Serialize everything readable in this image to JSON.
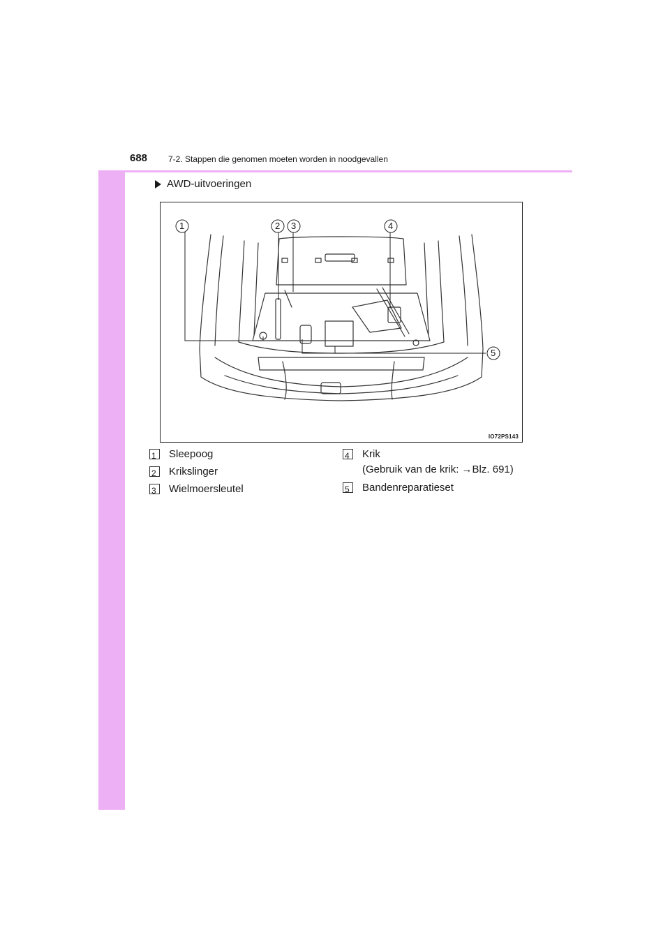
{
  "header": {
    "page_number": "688",
    "section": "7-2. Stappen die genomen moeten worden in noodgevallen"
  },
  "variant": "AWD-uitvoeringen",
  "figure": {
    "code": "IO72PS143",
    "callouts": [
      "1",
      "2",
      "3",
      "4",
      "5"
    ]
  },
  "legend": [
    {
      "num": "1",
      "text": "Sleepoog"
    },
    {
      "num": "2",
      "text": "Krikslinger"
    },
    {
      "num": "3",
      "text": "Wielmoersleutel"
    },
    {
      "num": "4",
      "text": "Krik",
      "note": "(Gebruik van de krik: →Blz. 691)"
    },
    {
      "num": "5",
      "text": "Bandenreparatieset"
    }
  ],
  "colors": {
    "side_tab": "#eeb0f5"
  }
}
